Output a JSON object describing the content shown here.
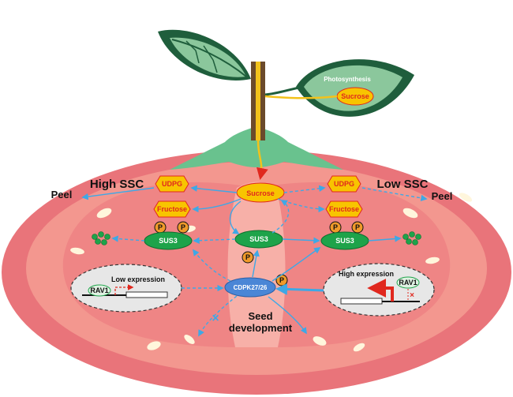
{
  "diagram": {
    "leaf": {
      "photosynthesis": "Photosynthesis",
      "sucrose": "Sucrose"
    },
    "center": {
      "sucrose": "Sucrose",
      "sus3": "SUS3",
      "cdpk": "CDPK27/26",
      "phospho": "P"
    },
    "left": {
      "title": "High SSC",
      "peel": "Peel",
      "udpg": "UDPG",
      "fructose": "Fructose",
      "sus3": "SUS3",
      "phospho": "P",
      "promoter_box": {
        "title": "Low expression",
        "gene": "RAV1"
      }
    },
    "right": {
      "title": "Low SSC",
      "peel": "Peel",
      "udpg": "UDPG",
      "fructose": "Fructose",
      "sus3": "SUS3",
      "phospho": "P",
      "promoter_box": {
        "title": "High expression",
        "gene": "RAV1"
      }
    },
    "seed": {
      "line1": "Seed",
      "line2": "development"
    },
    "colors": {
      "tomato_outer": "#e9747a",
      "tomato_inner": "#f7a9a3",
      "locule": "#f28a8a",
      "seed": "#fff6dc",
      "leaf_dark": "#1f5e3c",
      "leaf_light": "#8bc79c",
      "sepal": "#69c28e",
      "stem": "#6b4a2b",
      "phloem": "#f3c21b",
      "sucrose_fill": "#f8c400",
      "sucrose_text": "#e0281e",
      "sus3_fill": "#1ea34a",
      "cdpk_fill": "#4a86d6",
      "p_fill": "#f09a2a",
      "arrow_blue": "#3ea8e6",
      "arrow_red": "#e0281e"
    }
  }
}
